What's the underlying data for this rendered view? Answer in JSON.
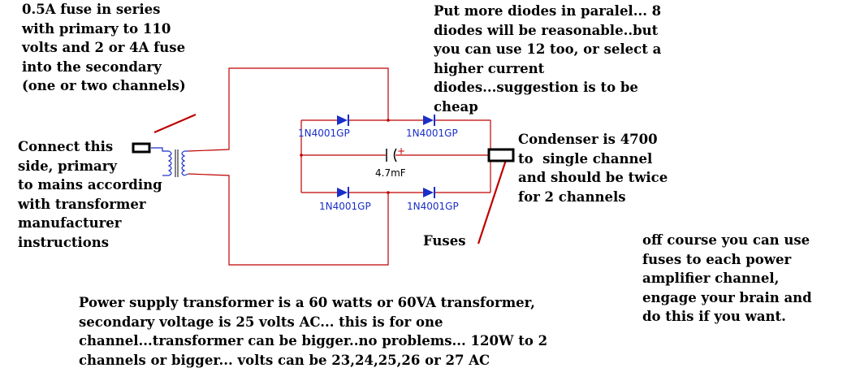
{
  "colors": {
    "wire": "#c00000",
    "diode": "#1a2ec8",
    "label": "#1a2ec8",
    "text": "#000000",
    "fuse_box": "#000000"
  },
  "notes": {
    "fuse_primary": "0.5A fuse in series\nwith primary to 110\nvolts and 2 or 4A fuse\ninto the secondary\n(one or two channels)",
    "diodes_parallel": "Put more diodes in paralel... 8\ndiodes will be reasonable..but\nyou can use 12 too, or select a\nhigher current\ndiodes...suggestion is to be\ncheap",
    "connect_side": "Connect this\nside, primary\nto mains according\nwith transformer\nmanufacturer\ninstructions",
    "condenser": "Condenser is 4700\nto  single channel\nand should be twice\nfor 2 channels",
    "fuses": "Fuses",
    "off_course": "off course you can use\nfuses to each power\namplifier channel,\nengage your brain and\ndo this if you want.",
    "power_supply": "Power supply transformer is a 60 watts or 60VA transformer,\nsecondary voltage is 25 volts AC... this is for one\nchannel...transformer can be bigger..no problems... 120W to 2\nchannels or bigger... volts can be 23,24,25,26 or 27 AC"
  },
  "components": {
    "diode_top_left": "1N4001GP",
    "diode_top_right": "1N4001GP",
    "diode_bottom_left": "1N4001GP",
    "diode_bottom_right": "1N4001GP",
    "capacitor": "4.7mF",
    "capacitor_polarity": "+"
  }
}
